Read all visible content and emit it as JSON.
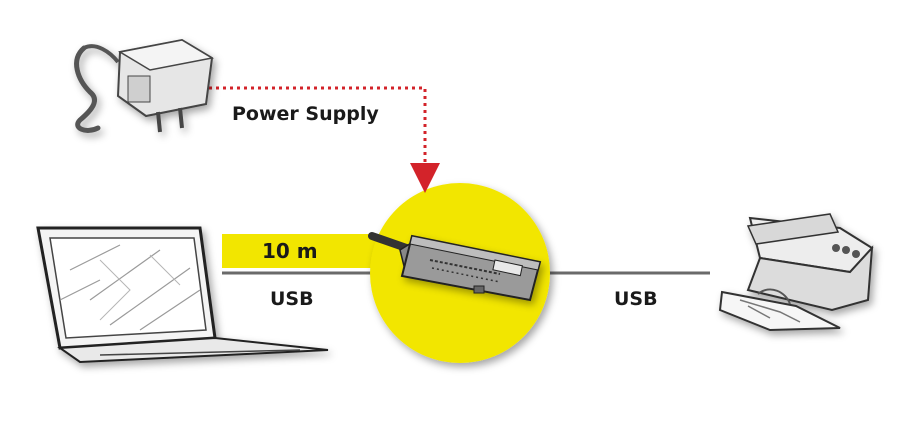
{
  "labels": {
    "power_supply": "Power Supply",
    "length": "10 m",
    "usb_left": "USB",
    "usb_right": "USB"
  },
  "colors": {
    "highlight": "#f2e600",
    "arrow": "#d3232a",
    "line": "#6a6a6a"
  },
  "icons": [
    "power-adapter-icon",
    "laptop-icon",
    "usb-extender-icon",
    "printer-icon"
  ]
}
